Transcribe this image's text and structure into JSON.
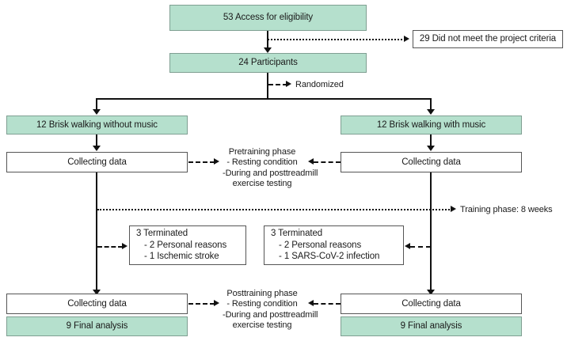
{
  "diagram": {
    "title_nodes": {
      "access": "53 Access for eligibility",
      "participants": "24 Participants",
      "excluded": "29 Did not meet the project criteria",
      "randomized_label": "Randomized",
      "group_left": "12 Brisk walking without music",
      "group_right": "12 Brisk walking with music",
      "collect_pre_left": "Collecting data",
      "collect_pre_right": "Collecting data",
      "collect_post_left": "Collecting data",
      "collect_post_right": "Collecting data",
      "final_left": "9 Final analysis",
      "final_right": "9 Final analysis",
      "training_phase": "Training phase: 8 weeks"
    },
    "pretraining_note": {
      "line1": "Pretraining phase",
      "line2": "- Resting condition",
      "line3": "-During and posttreadmill",
      "line4": "exercise testing"
    },
    "posttraining_note": {
      "line1": "Posttraining phase",
      "line2": "- Resting condition",
      "line3": "-During and posttreadmill",
      "line4": "exercise testing"
    },
    "terminated_left": {
      "line1": "3 Terminated",
      "line2": "- 2 Personal reasons",
      "line3": "- 1 Ischemic stroke"
    },
    "terminated_right": {
      "line1": "3 Terminated",
      "line2": "- 2 Personal reasons",
      "line3": "- 1 SARS-CoV-2 infection"
    },
    "colors": {
      "fill_green": "#b5e0cd",
      "border_green": "#7f9f92",
      "border_gray": "#555555",
      "line_black": "#111111",
      "text": "#1a1a1a"
    }
  }
}
